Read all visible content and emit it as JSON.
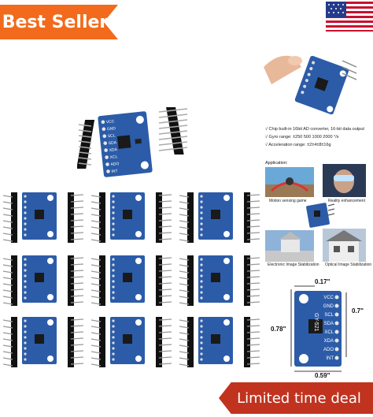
{
  "badges": {
    "best_seller": "Best Seller",
    "limited_deal": "Limited time deal"
  },
  "board_pins": [
    "VCC",
    "GND",
    "SCL",
    "SDA",
    "XDA",
    "XCL",
    "ADO",
    "INT"
  ],
  "board_model": "GY-521",
  "specs": [
    "√ Chip built-in 16bit AD converter, 16-bit data output",
    "√ Gyro range: ±250 500 1000 2000 °/s",
    "√ Acceleration range: ±2±4±8±16g"
  ],
  "application": {
    "title": "Application:",
    "labels": [
      "Motion sensing game",
      "Reality enhancement",
      "Electronic Image Stabilization",
      "Optical Image Stabilization"
    ]
  },
  "dimensions": {
    "top": "0.17\"",
    "right": "0.7\"",
    "left": "0.78\"",
    "bottom": "0.59\""
  },
  "colors": {
    "orange_badge": "#f26a1b",
    "red_badge": "#c1331f",
    "pcb_blue": "#2c5ca8"
  }
}
